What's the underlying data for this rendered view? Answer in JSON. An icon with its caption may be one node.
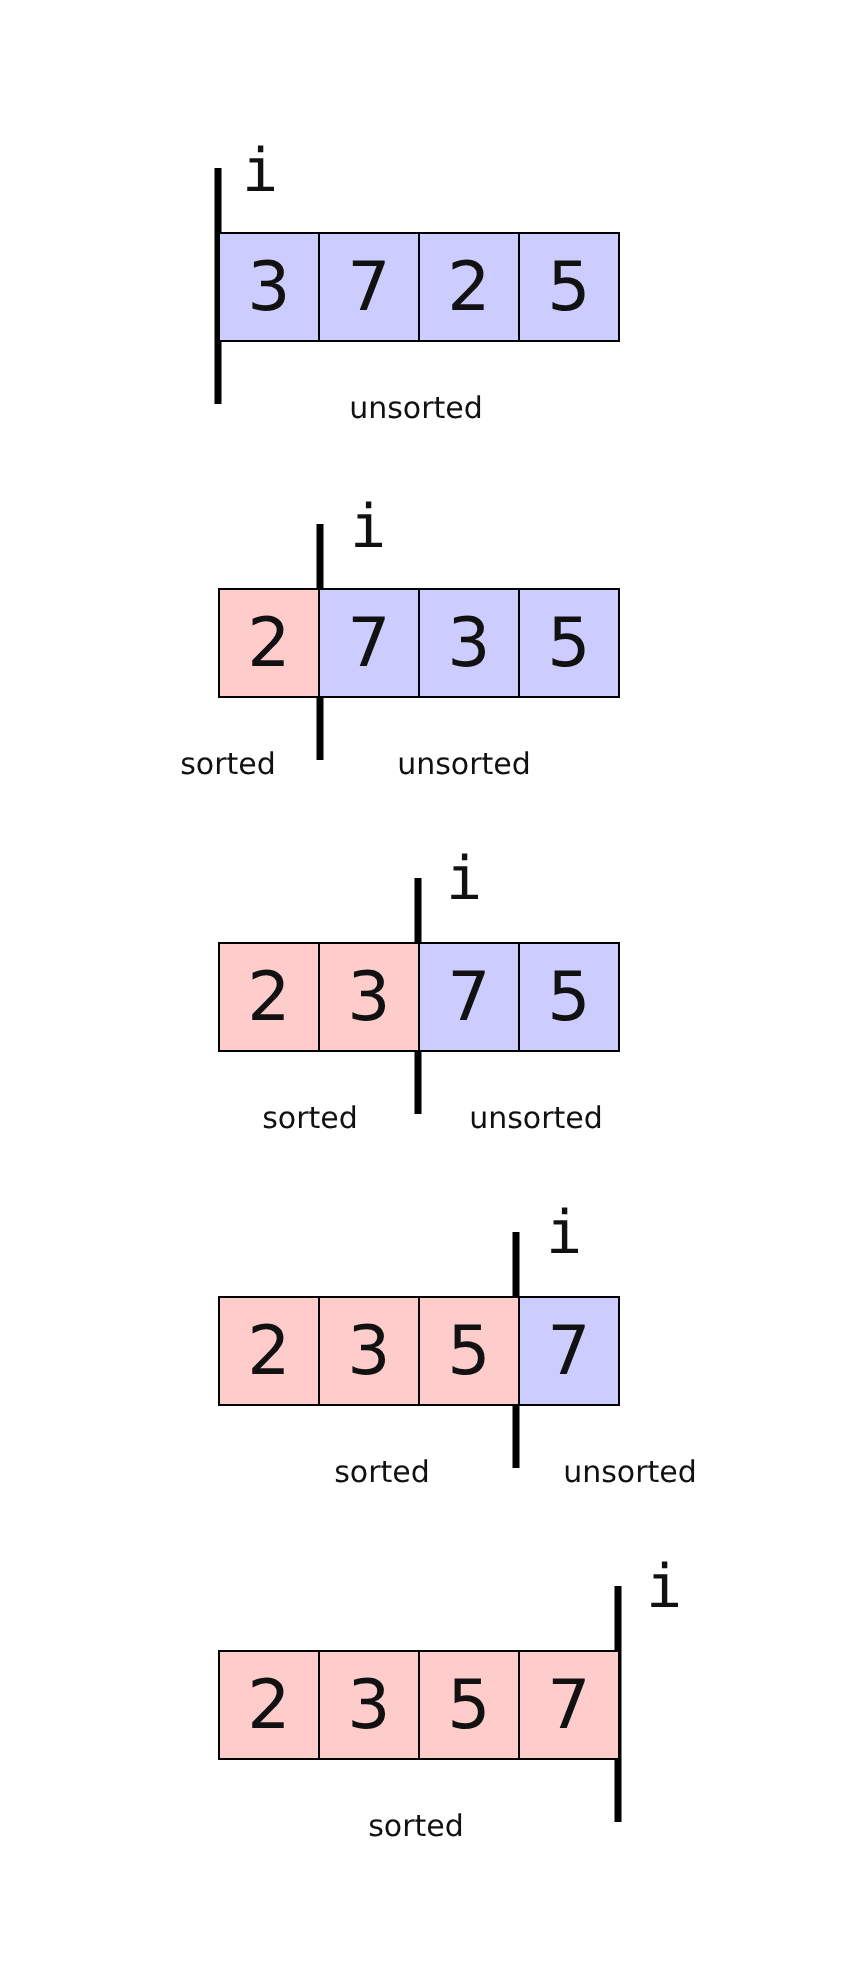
{
  "diagram": {
    "nodes": [
      {
        "text": [
          "3"
        ]
      },
      {
        "text": [
          "7"
        ]
      },
      {
        "text": [
          "2"
        ]
      },
      {
        "text": [
          "5"
        ]
      },
      {
        "text": [
          "2"
        ]
      },
      {
        "text": [
          "7"
        ]
      },
      {
        "text": [
          "3"
        ]
      },
      {
        "text": [
          "5"
        ]
      },
      {
        "text": [
          "2"
        ]
      },
      {
        "text": [
          "3"
        ]
      },
      {
        "text": [
          "7"
        ]
      },
      {
        "text": [
          "5"
        ]
      },
      {
        "text": [
          "2"
        ]
      },
      {
        "text": [
          "3"
        ]
      },
      {
        "text": [
          "5"
        ]
      },
      {
        "text": [
          "7"
        ]
      },
      {
        "text": [
          "2"
        ]
      },
      {
        "text": [
          "3"
        ]
      },
      {
        "text": [
          "5"
        ]
      },
      {
        "text": [
          "7"
        ]
      }
    ],
    "labels": [
      "i",
      "unsorted",
      "i",
      "sorted",
      "unsorted",
      "i",
      "sorted",
      "unsorted",
      "i",
      "sorted",
      "unsorted",
      "i",
      "sorted"
    ]
  }
}
